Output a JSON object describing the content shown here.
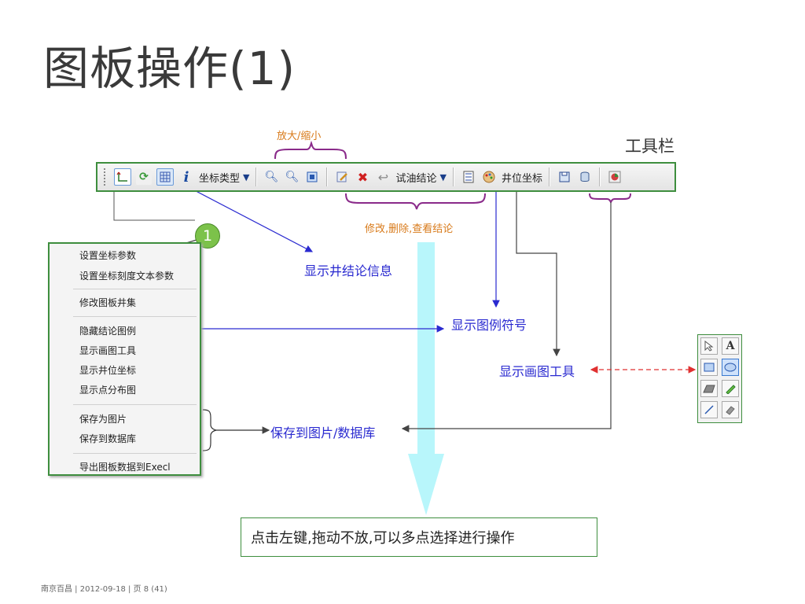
{
  "title": "图板操作(1)",
  "toolbar_label": "工具栏",
  "zoom_label": "放大/缩小",
  "edit_label": "修改,删除,查看结论",
  "toolbar": {
    "coord_type": "坐标类型",
    "oil_test": "试油结论",
    "well_coord": "井位坐标"
  },
  "context_menu": {
    "items": [
      "设置坐标参数",
      "设置坐标刻度文本参数",
      "修改图板井集",
      "隐藏结论图例",
      "显示画图工具",
      "显示井位坐标",
      "显示点分布图",
      "保存为图片",
      "保存到数据库",
      "导出图板数据到Execl"
    ]
  },
  "badge": "1",
  "annotations": {
    "show_well_info": "显示井结论信息",
    "show_legend": "显示图例符号",
    "show_draw_tools": "显示画图工具",
    "save_to": "保存到图片/数据库"
  },
  "hint": "点击左键,拖动不放,可以多点选择进行操作",
  "footer": "南京百昌 | 2012-09-18 | 页 8 (41)",
  "colors": {
    "accent_green": "#3e8e3e",
    "label_blue": "#2a2ad0",
    "label_orange": "#d87a1a",
    "arrow_cyan": "#b8f6fb",
    "arrow_red": "#e03030"
  }
}
